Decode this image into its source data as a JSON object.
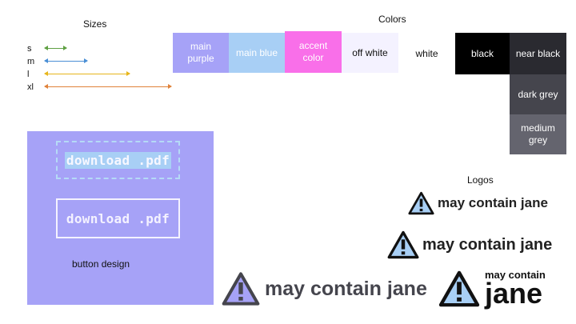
{
  "sizes": {
    "title": "Sizes",
    "rows": [
      {
        "label": "s",
        "color": "#5fa043"
      },
      {
        "label": "m",
        "color": "#4a8fd6"
      },
      {
        "label": "l",
        "color": "#e7b61b"
      },
      {
        "label": "xl",
        "color": "#e0823a"
      }
    ]
  },
  "colors": {
    "title": "Colors",
    "swatches": [
      {
        "label": "main purple",
        "bg": "#a6a2f7",
        "fg": "#ffffff"
      },
      {
        "label": "main blue",
        "bg": "#a8cff5",
        "fg": "#ffffff"
      },
      {
        "label": "accent color",
        "bg": "#f96fe9",
        "fg": "#ffffff"
      },
      {
        "label": "off white",
        "bg": "#f4f2ff",
        "fg": "#111111"
      },
      {
        "label": "white",
        "bg": "#ffffff",
        "fg": "#111111"
      },
      {
        "label": "black",
        "bg": "#000000",
        "fg": "#ffffff"
      },
      {
        "label": "near black",
        "bg": "#2a2a30",
        "fg": "#ffffff"
      },
      {
        "label": "dark grey",
        "bg": "#45454d",
        "fg": "#ffffff"
      },
      {
        "label": "medium grey",
        "bg": "#64646e",
        "fg": "#ffffff"
      }
    ]
  },
  "button_design": {
    "label": "button design",
    "hover_button_text": "download .pdf",
    "normal_button_text": "download .pdf"
  },
  "logos": {
    "title": "Logos",
    "brand": "may contain jane",
    "stacked_top": "may contain",
    "stacked_bottom": "jane",
    "icon": "warning-triangle-icon"
  }
}
